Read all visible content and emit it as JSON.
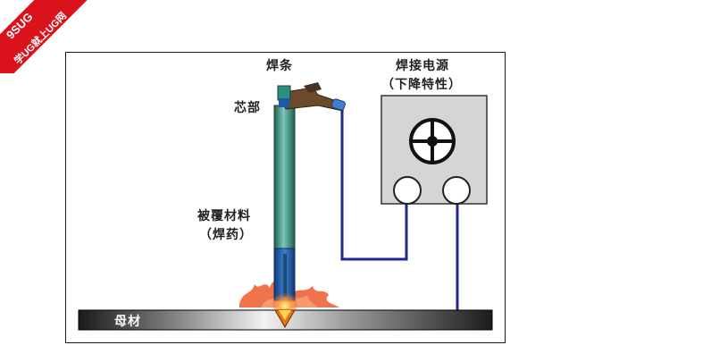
{
  "watermark": {
    "line1": "9SUG",
    "line2": "学UG就上UG网",
    "band_color": "#d9121b"
  },
  "labels": {
    "electrode": "焊条",
    "core": "芯部",
    "coating_line1": "被覆材料",
    "coating_line2": "（焊药）",
    "power_title": "焊接电源",
    "power_subtitle": "（下降特性）",
    "base_metal": "母材"
  },
  "colors": {
    "cable": "#1f2a8c",
    "electrode_body": "#3f8f82",
    "flux_cap": "#1e58a8",
    "holder": "#6b4a2c",
    "power_box": "#d4d6d6",
    "base_plate": "#cfcfcf",
    "spatter": "#ee5a2c"
  }
}
